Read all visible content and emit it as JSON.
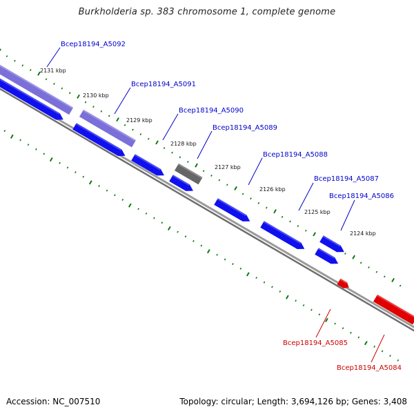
{
  "title": "Burkholderia sp. 383 chromosome 1, complete genome",
  "footer": {
    "accession": "Accession: NC_007510",
    "stats": "Topology: circular; Length: 3,694,126 bp; Genes: 3,408"
  },
  "colors": {
    "forward_cds": "#1010ee",
    "forward_cds_light": "#7b6fd9",
    "reverse_cds": "#e00000",
    "other_feature": "#666666",
    "backbone": "#888888",
    "tick": "#0a7a0a",
    "forward_label": "#0000cc",
    "reverse_label": "#cc0000"
  },
  "ticks": [
    {
      "label": "2131 kbp"
    },
    {
      "label": "2130 kbp"
    },
    {
      "label": "2129 kbp"
    },
    {
      "label": "2128 kbp"
    },
    {
      "label": "2127 kbp"
    },
    {
      "label": "2126 kbp"
    },
    {
      "label": "2125 kbp"
    },
    {
      "label": "2124 kbp"
    }
  ],
  "genes": [
    {
      "name": "Bcep18194_A5092",
      "strand": "forward"
    },
    {
      "name": "Bcep18194_A5091",
      "strand": "forward"
    },
    {
      "name": "Bcep18194_A5090",
      "strand": "forward"
    },
    {
      "name": "Bcep18194_A5089",
      "strand": "other"
    },
    {
      "name": "Bcep18194_A5088",
      "strand": "forward"
    },
    {
      "name": "Bcep18194_A5087",
      "strand": "forward"
    },
    {
      "name": "Bcep18194_A5086",
      "strand": "forward"
    },
    {
      "name": "Bcep18194_A5085",
      "strand": "reverse"
    },
    {
      "name": "Bcep18194_A5084",
      "strand": "reverse"
    }
  ]
}
